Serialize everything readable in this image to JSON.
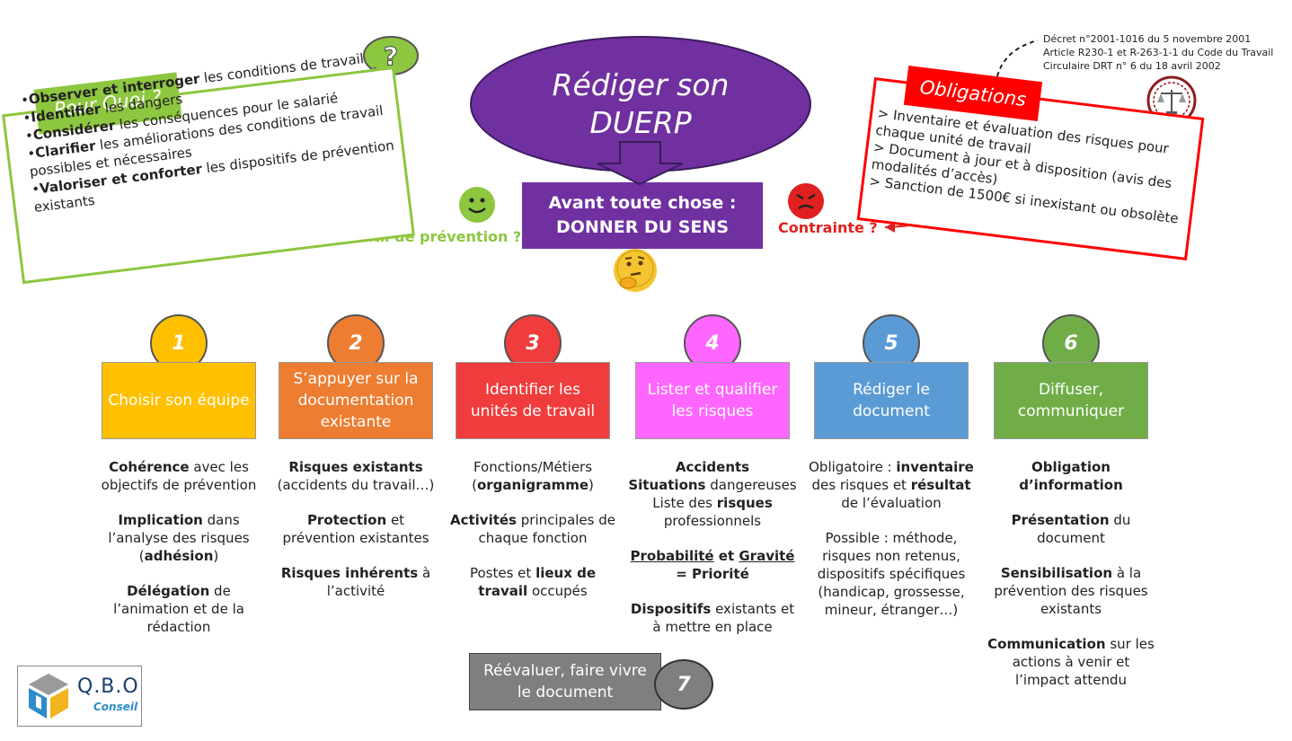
{
  "title": "Rédiger son DUERP",
  "title_lines": [
    "Rédiger son",
    "DUERP"
  ],
  "center": {
    "line1": "Avant toute chose :",
    "line2": "DONNER DU SENS"
  },
  "why": {
    "tag": "Pour Quoi ?",
    "items": [
      {
        "bold": "Observer et interroger",
        "rest": " les conditions de travail"
      },
      {
        "bold": "Identifier",
        "rest": " les dangers"
      },
      {
        "bold": "Considérer",
        "rest": " les conséquences pour le salarié"
      },
      {
        "bold": "Clarifier",
        "rest": " les améliorations des conditions de travail possibles et nécessaires"
      },
      {
        "bold": "Valoriser et conforter",
        "rest": " les dispositifs de prévention existants"
      }
    ],
    "arrow_label": "Outil de prévention ?"
  },
  "obligations": {
    "refs": [
      "Décret n°2001-1016 du 5 novembre 2001",
      "Article R230-1 et R-263-1-1 du Code du Travail",
      "Circulaire DRT n° 6 du 18 avril 2002"
    ],
    "tag": "Obligations",
    "items": [
      "> Inventaire et évaluation des risques pour chaque unité de travail",
      "> Document à jour et à disposition (avis des modalités d’accès)",
      "> Sanction de 1500€ si inexistant ou obsolète"
    ],
    "arrow_label": "Contrainte ?"
  },
  "steps": [
    {
      "num": "1",
      "label": "Choisir son équipe",
      "color": "#ffc000",
      "details": [
        [
          {
            "b": "Cohérence"
          },
          {
            "t": " avec les objectifs de prévention"
          }
        ],
        [
          {
            "b": "Implication"
          },
          {
            "t": " dans l’analyse des risques ("
          },
          {
            "b": "adhésion"
          },
          {
            "t": ")"
          }
        ],
        [
          {
            "b": "Délégation"
          },
          {
            "t": " de l’animation et de la rédaction"
          }
        ]
      ]
    },
    {
      "num": "2",
      "label": "S’appuyer sur la documentation existante",
      "color": "#ed7d31",
      "details": [
        [
          {
            "b": "Risques existants"
          },
          {
            "t": " (accidents du travail…)"
          }
        ],
        [
          {
            "b": "Protection"
          },
          {
            "t": " et prévention existantes"
          }
        ],
        [
          {
            "b": "Risques inhérents"
          },
          {
            "t": " à l’activité"
          }
        ]
      ]
    },
    {
      "num": "3",
      "label": "Identifier les unités de travail",
      "color": "#f03c3c",
      "details": [
        [
          {
            "t": "Fonctions/Métiers ("
          },
          {
            "b": "organigramme"
          },
          {
            "t": ")"
          }
        ],
        [
          {
            "b": "Activités"
          },
          {
            "t": " principales de chaque fonction"
          }
        ],
        [
          {
            "t": "Postes et "
          },
          {
            "b": "lieux de travail"
          },
          {
            "t": " occupés"
          }
        ]
      ]
    },
    {
      "num": "4",
      "label": "Lister et qualifier les risques",
      "color": "#ff66ff",
      "details": [
        [
          {
            "b": "Accidents"
          },
          {
            "br": ""
          },
          {
            "b": "Situations"
          },
          {
            "t": " dangereuses Liste des "
          },
          {
            "b": "risques"
          },
          {
            "t": " professionnels"
          }
        ],
        [
          {
            "u": "Probabilité"
          },
          {
            "b": " et "
          },
          {
            "u": "Gravité"
          },
          {
            "b": " = Priorité"
          }
        ],
        [
          {
            "b": "Dispositifs"
          },
          {
            "t": " existants et à mettre en place"
          }
        ]
      ]
    },
    {
      "num": "5",
      "label": "Rédiger le document",
      "color": "#5b9bd5",
      "details": [
        [
          {
            "t": "Obligatoire : "
          },
          {
            "b": "inventaire"
          },
          {
            "t": " des risques et "
          },
          {
            "b": "résultat"
          },
          {
            "t": " de l’évaluation"
          }
        ],
        [
          {
            "t": "Possible : méthode, risques non retenus, dispositifs spécifiques (handicap, grossesse, mineur, étranger…)"
          }
        ]
      ]
    },
    {
      "num": "6",
      "label": "Diffuser, communiquer",
      "color": "#70ad47",
      "details": [
        [
          {
            "b": "Obligation d’information"
          }
        ],
        [
          {
            "b": "Présentation"
          },
          {
            "t": " du document"
          }
        ],
        [
          {
            "b": "Sensibilisation"
          },
          {
            "t": " à la prévention des risques existants"
          }
        ],
        [
          {
            "b": "Communication"
          },
          {
            "t": " sur les actions à venir et l’impact attendu"
          }
        ]
      ]
    }
  ],
  "step7": {
    "num": "7",
    "lines": [
      "Réévaluer, faire vivre",
      "le document"
    ]
  },
  "logo": {
    "name": "Q.B.O",
    "sub": "Conseil"
  }
}
